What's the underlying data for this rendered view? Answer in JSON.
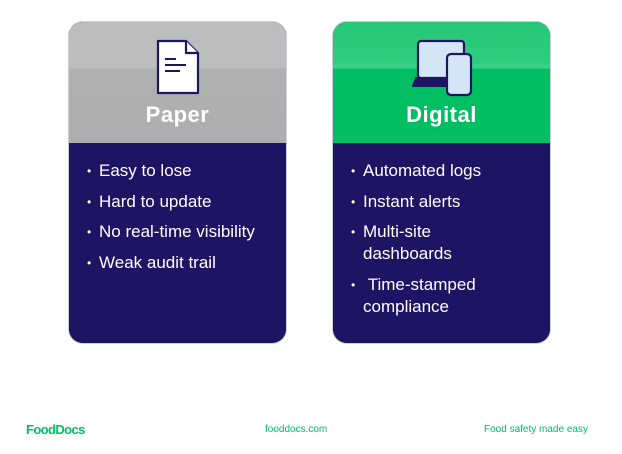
{
  "cards": [
    {
      "title": "Paper",
      "icon": "document-icon",
      "header_color": "#b0b0b0",
      "items": [
        "Easy to lose",
        "Hard to update",
        "No real-time visibility",
        "Weak audit trail"
      ]
    },
    {
      "title": "Digital",
      "icon": "laptop-phone-icon",
      "header_color": "#00bf63",
      "items": [
        "Automated logs",
        "Instant alerts",
        "Multi-site dashboards",
        " Time-stamped compliance"
      ]
    }
  ],
  "body_color": "#1d1464",
  "footer": {
    "logo": "FoodDocs",
    "website": "fooddocs.com",
    "tagline": "Food safety made easy",
    "accent_color": "#00bf63"
  }
}
